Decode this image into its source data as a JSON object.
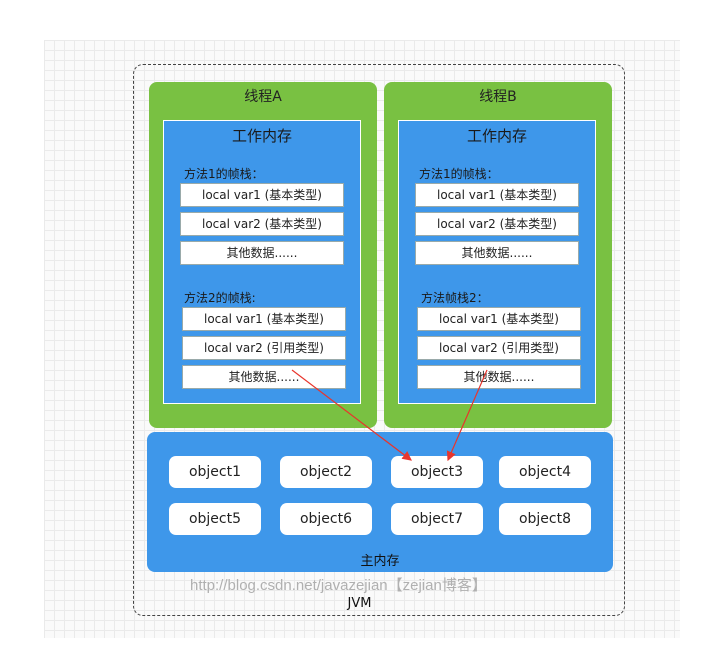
{
  "threads": [
    {
      "title": "线程A",
      "workmem_title": "工作内存",
      "frames": [
        {
          "label": "方法1的帧栈：",
          "cells": [
            "local var1 (基本类型)",
            "local var2 (基本类型)",
            "其他数据......"
          ]
        },
        {
          "label": "方法2的帧栈:",
          "cells": [
            "local var1 (基本类型)",
            "local var2 (引用类型)",
            "其他数据......"
          ]
        }
      ]
    },
    {
      "title": "线程B",
      "workmem_title": "工作内存",
      "frames": [
        {
          "label": "方法1的帧栈：",
          "cells": [
            "local var1 (基本类型)",
            "local var2 (基本类型)",
            "其他数据......"
          ]
        },
        {
          "label": "方法帧栈2：",
          "cells": [
            "local var1 (基本类型)",
            "local var2 (引用类型)",
            "其他数据......"
          ]
        }
      ]
    }
  ],
  "heap": {
    "label": "主内存",
    "objects": [
      "object1",
      "object2",
      "object3",
      "object4",
      "object5",
      "object6",
      "object7",
      "object8"
    ]
  },
  "watermark": "http://blog.csdn.net/javazejian【zejian博客】",
  "jvm_label": "JVM",
  "colors": {
    "thread_bg": "#79c142",
    "memory_bg": "#3e97ea",
    "arrow": "#e8352c"
  }
}
